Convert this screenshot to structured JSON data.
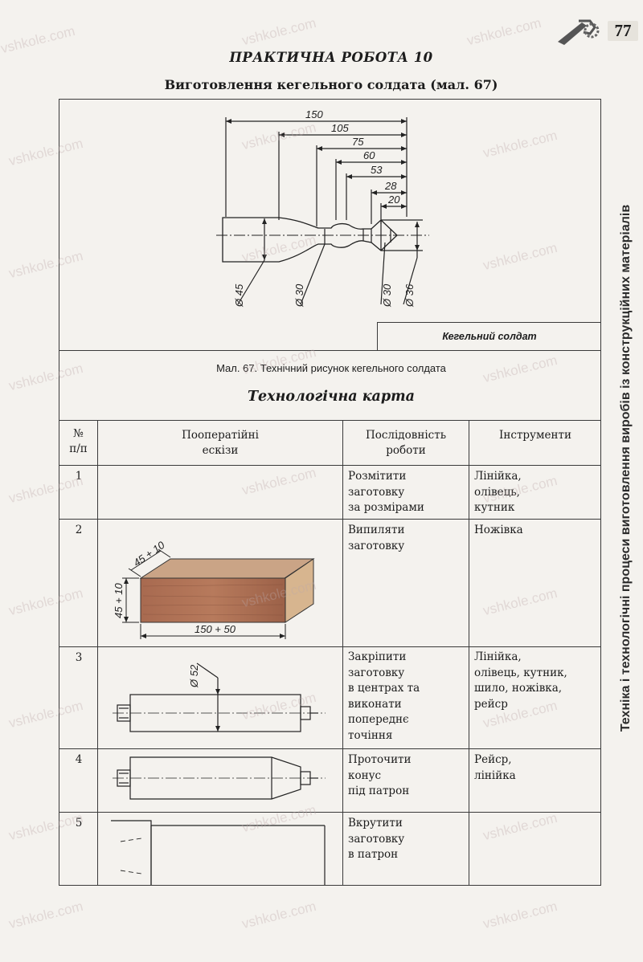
{
  "page_number": "77",
  "side_caption": "Техніка і технологічні процеси виготовлення виробів із конструкційних матеріалів",
  "watermark": "vshkole.com",
  "title": "ПРАКТИЧНА РОБОТА 10",
  "subtitle": "Виготовлення кегельного солдата (мал. 67)",
  "drawing": {
    "dims_top": [
      "150",
      "105",
      "75",
      "60",
      "53",
      "28",
      "20"
    ],
    "diameters": [
      "Ø 45",
      "Ø 30",
      "Ø 30",
      "Ø 36"
    ],
    "part_label": "Кегельний солдат"
  },
  "figure_caption": "Мал. 67. Технічний рисунок кегельного солдата",
  "card_title": "Технологічна карта",
  "columns": {
    "num": "№\nп/п",
    "sketch": "Пооператійні\nескізи",
    "sequence": "Послідовність\nроботи",
    "tools": "Інструменти"
  },
  "rows": [
    {
      "num": "1",
      "sequence": "Розмітити\nзаготовку\nза розмірами",
      "tools": "Лінійка,\nолівець,\nкутник"
    },
    {
      "num": "2",
      "sequence": "Випиляти\nзаготовку",
      "tools": "Ножівка",
      "dims": [
        "45 + 10",
        "45 + 10",
        "150 + 50"
      ]
    },
    {
      "num": "3",
      "sequence": "Закріпити\nзаготовку\nв центрах та\nвиконати\nпопереднє\nточіння",
      "tools": "Лінійка,\nолівець, кутник,\nшило, ножівка,\nрейср",
      "dims": [
        "Ø 52"
      ]
    },
    {
      "num": "4",
      "sequence": "Проточити\nконус\nпід патрон",
      "tools": "Рейср,\nлінійка"
    },
    {
      "num": "5",
      "sequence": "Вкрутити\nзаготовку\nв патрон",
      "tools": ""
    }
  ]
}
